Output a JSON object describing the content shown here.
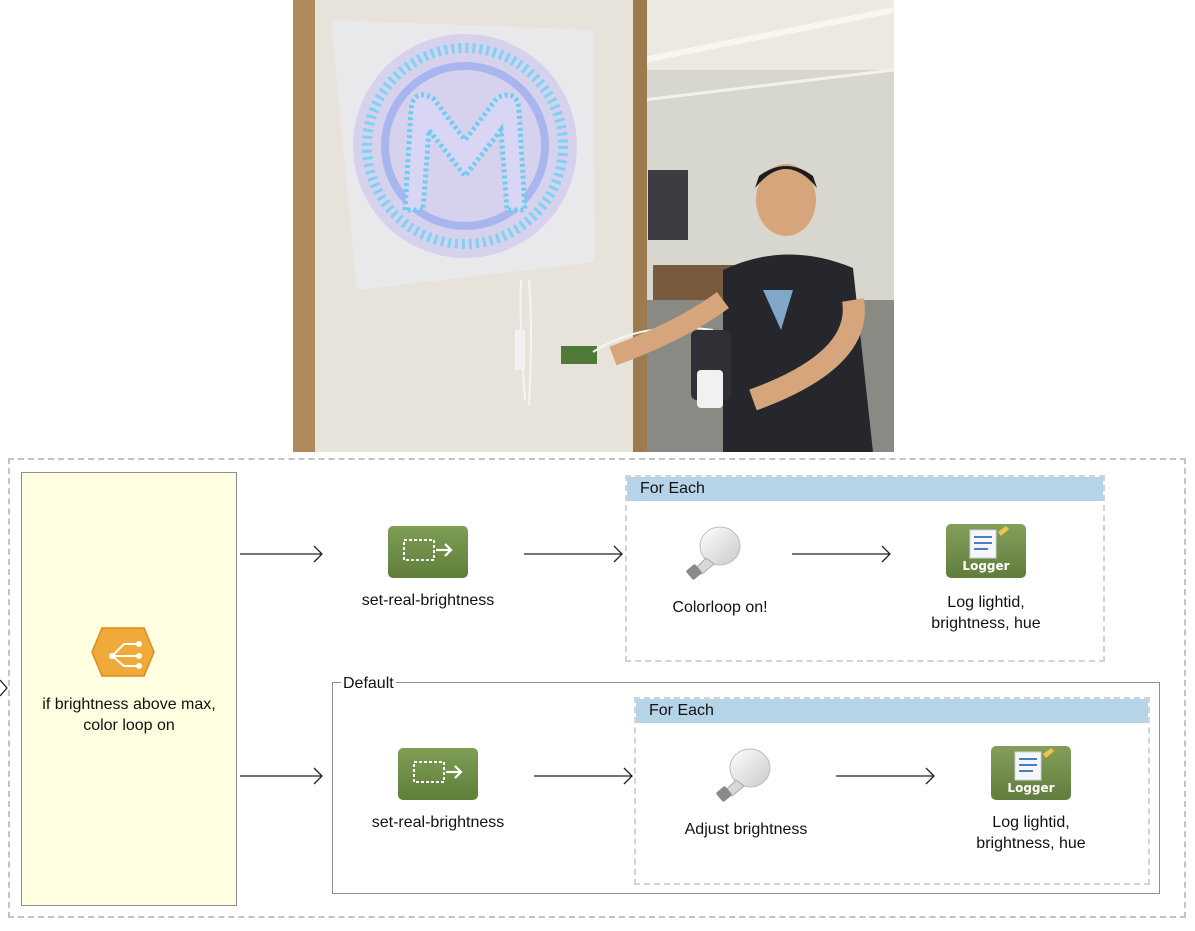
{
  "choice": {
    "label": "if brightness above max, color loop on"
  },
  "routes": [
    {
      "transform_label": "set-real-brightness",
      "foreach": {
        "title": "For Each",
        "bulb_label": "Colorloop on!",
        "logger_label": "Log lightid, brightness, hue"
      }
    },
    {
      "transform_label": "set-real-brightness",
      "foreach": {
        "title": "For Each",
        "bulb_label": "Adjust brightness",
        "logger_label": "Log lightid, brightness, hue"
      }
    }
  ],
  "default_route": {
    "label": "Default"
  },
  "icons": {
    "logger": "Logger",
    "choice": "choice-router-icon",
    "transform": "transform-message-icon",
    "bulb": "light-bulb-icon"
  },
  "colors": {
    "choice_panel": "#fffee0",
    "choice_icon": "#f0aa3a",
    "tile_green": "#6f8f48",
    "foreach_header": "#b5d4e8",
    "led_blue": "#5fc8f2"
  }
}
